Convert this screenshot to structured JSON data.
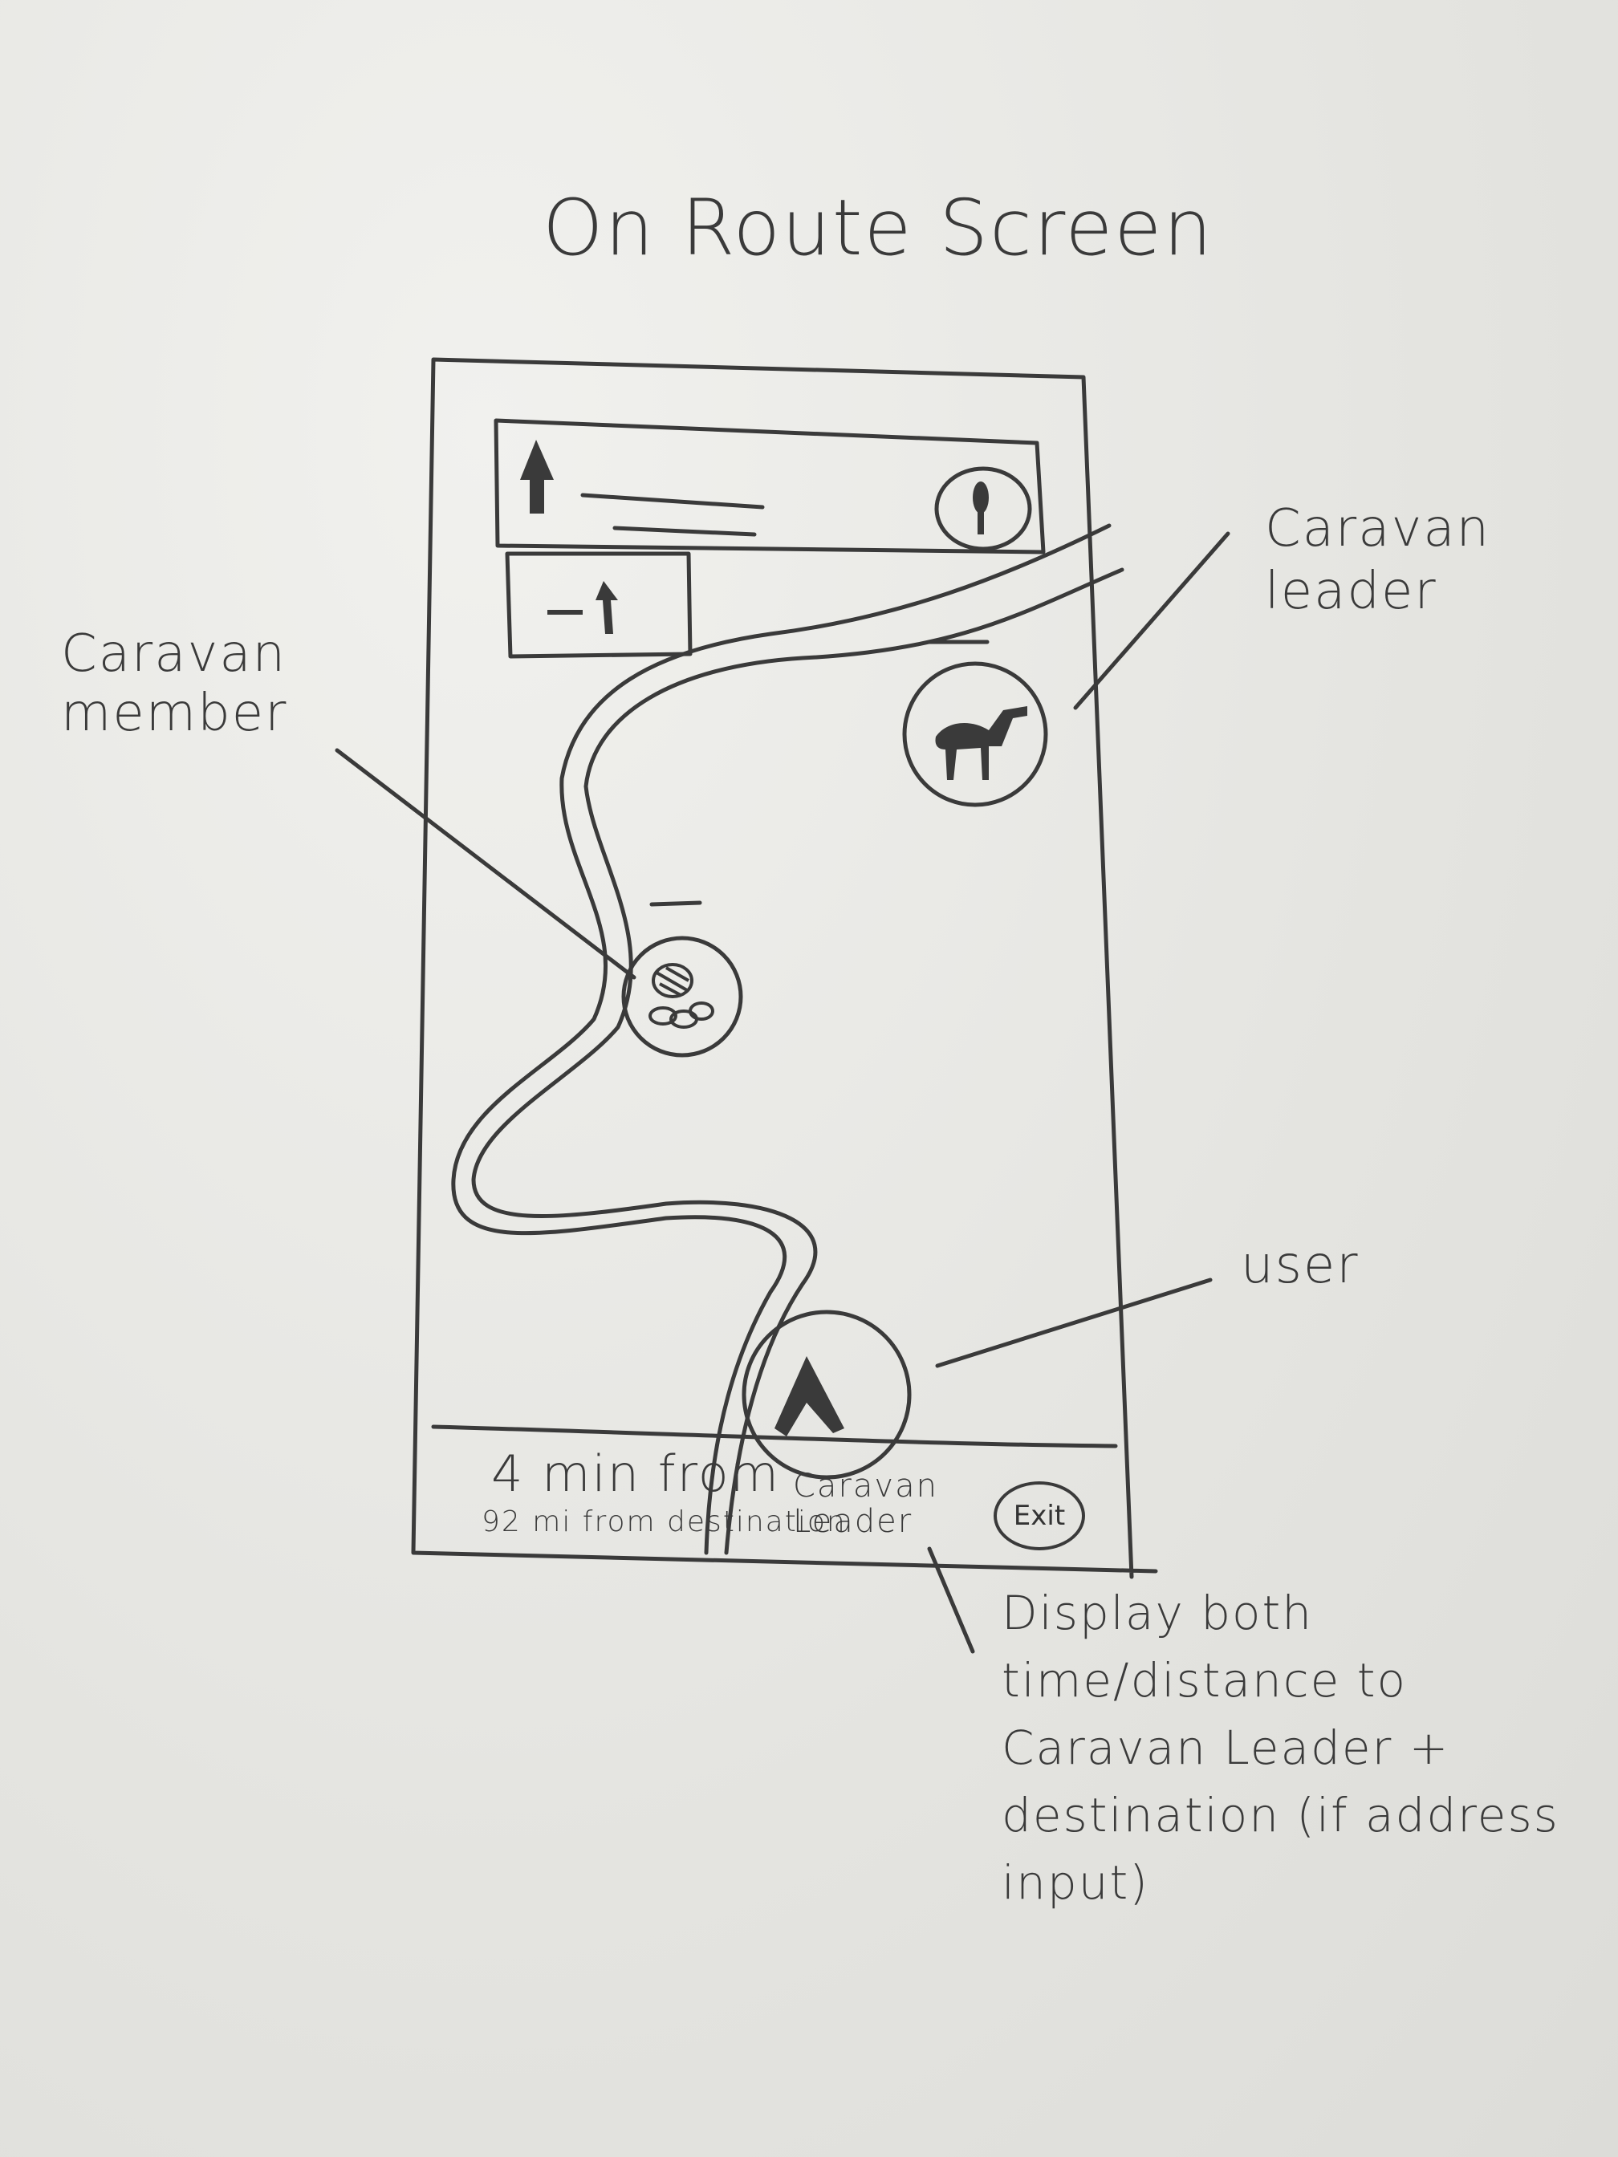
{
  "sketch": {
    "title": "On Route Screen"
  },
  "annotations": {
    "caravan_member": "Caravan member",
    "caravan_leader": "Caravan leader",
    "user": "user",
    "display_note": "Display both time/distance to Caravan Leader + destination (if address input)"
  },
  "bottom_bar": {
    "eta": "4 min from",
    "eta_target": "Caravan Leader",
    "distance": "92 mi from destination",
    "exit_label": "Exit"
  },
  "icons": {
    "turn_arrow": "arrow-up-icon",
    "next_turn": "turn-left-icon",
    "microphone": "microphone-icon",
    "leader_marker": "camel-icon",
    "member_marker": "rock-icon",
    "user_marker": "navigation-arrow-icon"
  }
}
